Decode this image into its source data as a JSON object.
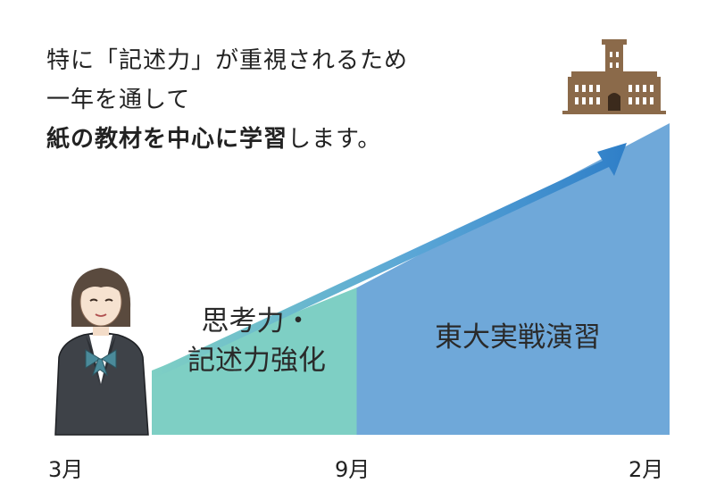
{
  "intro": {
    "line1": "特に「記述力」が重視されるため",
    "line2": "一年を通して",
    "line3_bold": "紙の教材を中心に学習",
    "line3_rest": "します。"
  },
  "phases": [
    {
      "label_line1": "思考力・",
      "label_line2": "記述力強化"
    },
    {
      "label": "東大実戦演習"
    }
  ],
  "timeline": {
    "start": "3月",
    "mid": "9月",
    "end": "2月"
  },
  "colors": {
    "phase1": "#7ecfc4",
    "phase2": "#6fa8d9",
    "arrow": "#2f7fc8",
    "building": "#8b6a4a"
  },
  "icons": [
    "student-figure",
    "university-building-icon",
    "growth-arrow"
  ]
}
